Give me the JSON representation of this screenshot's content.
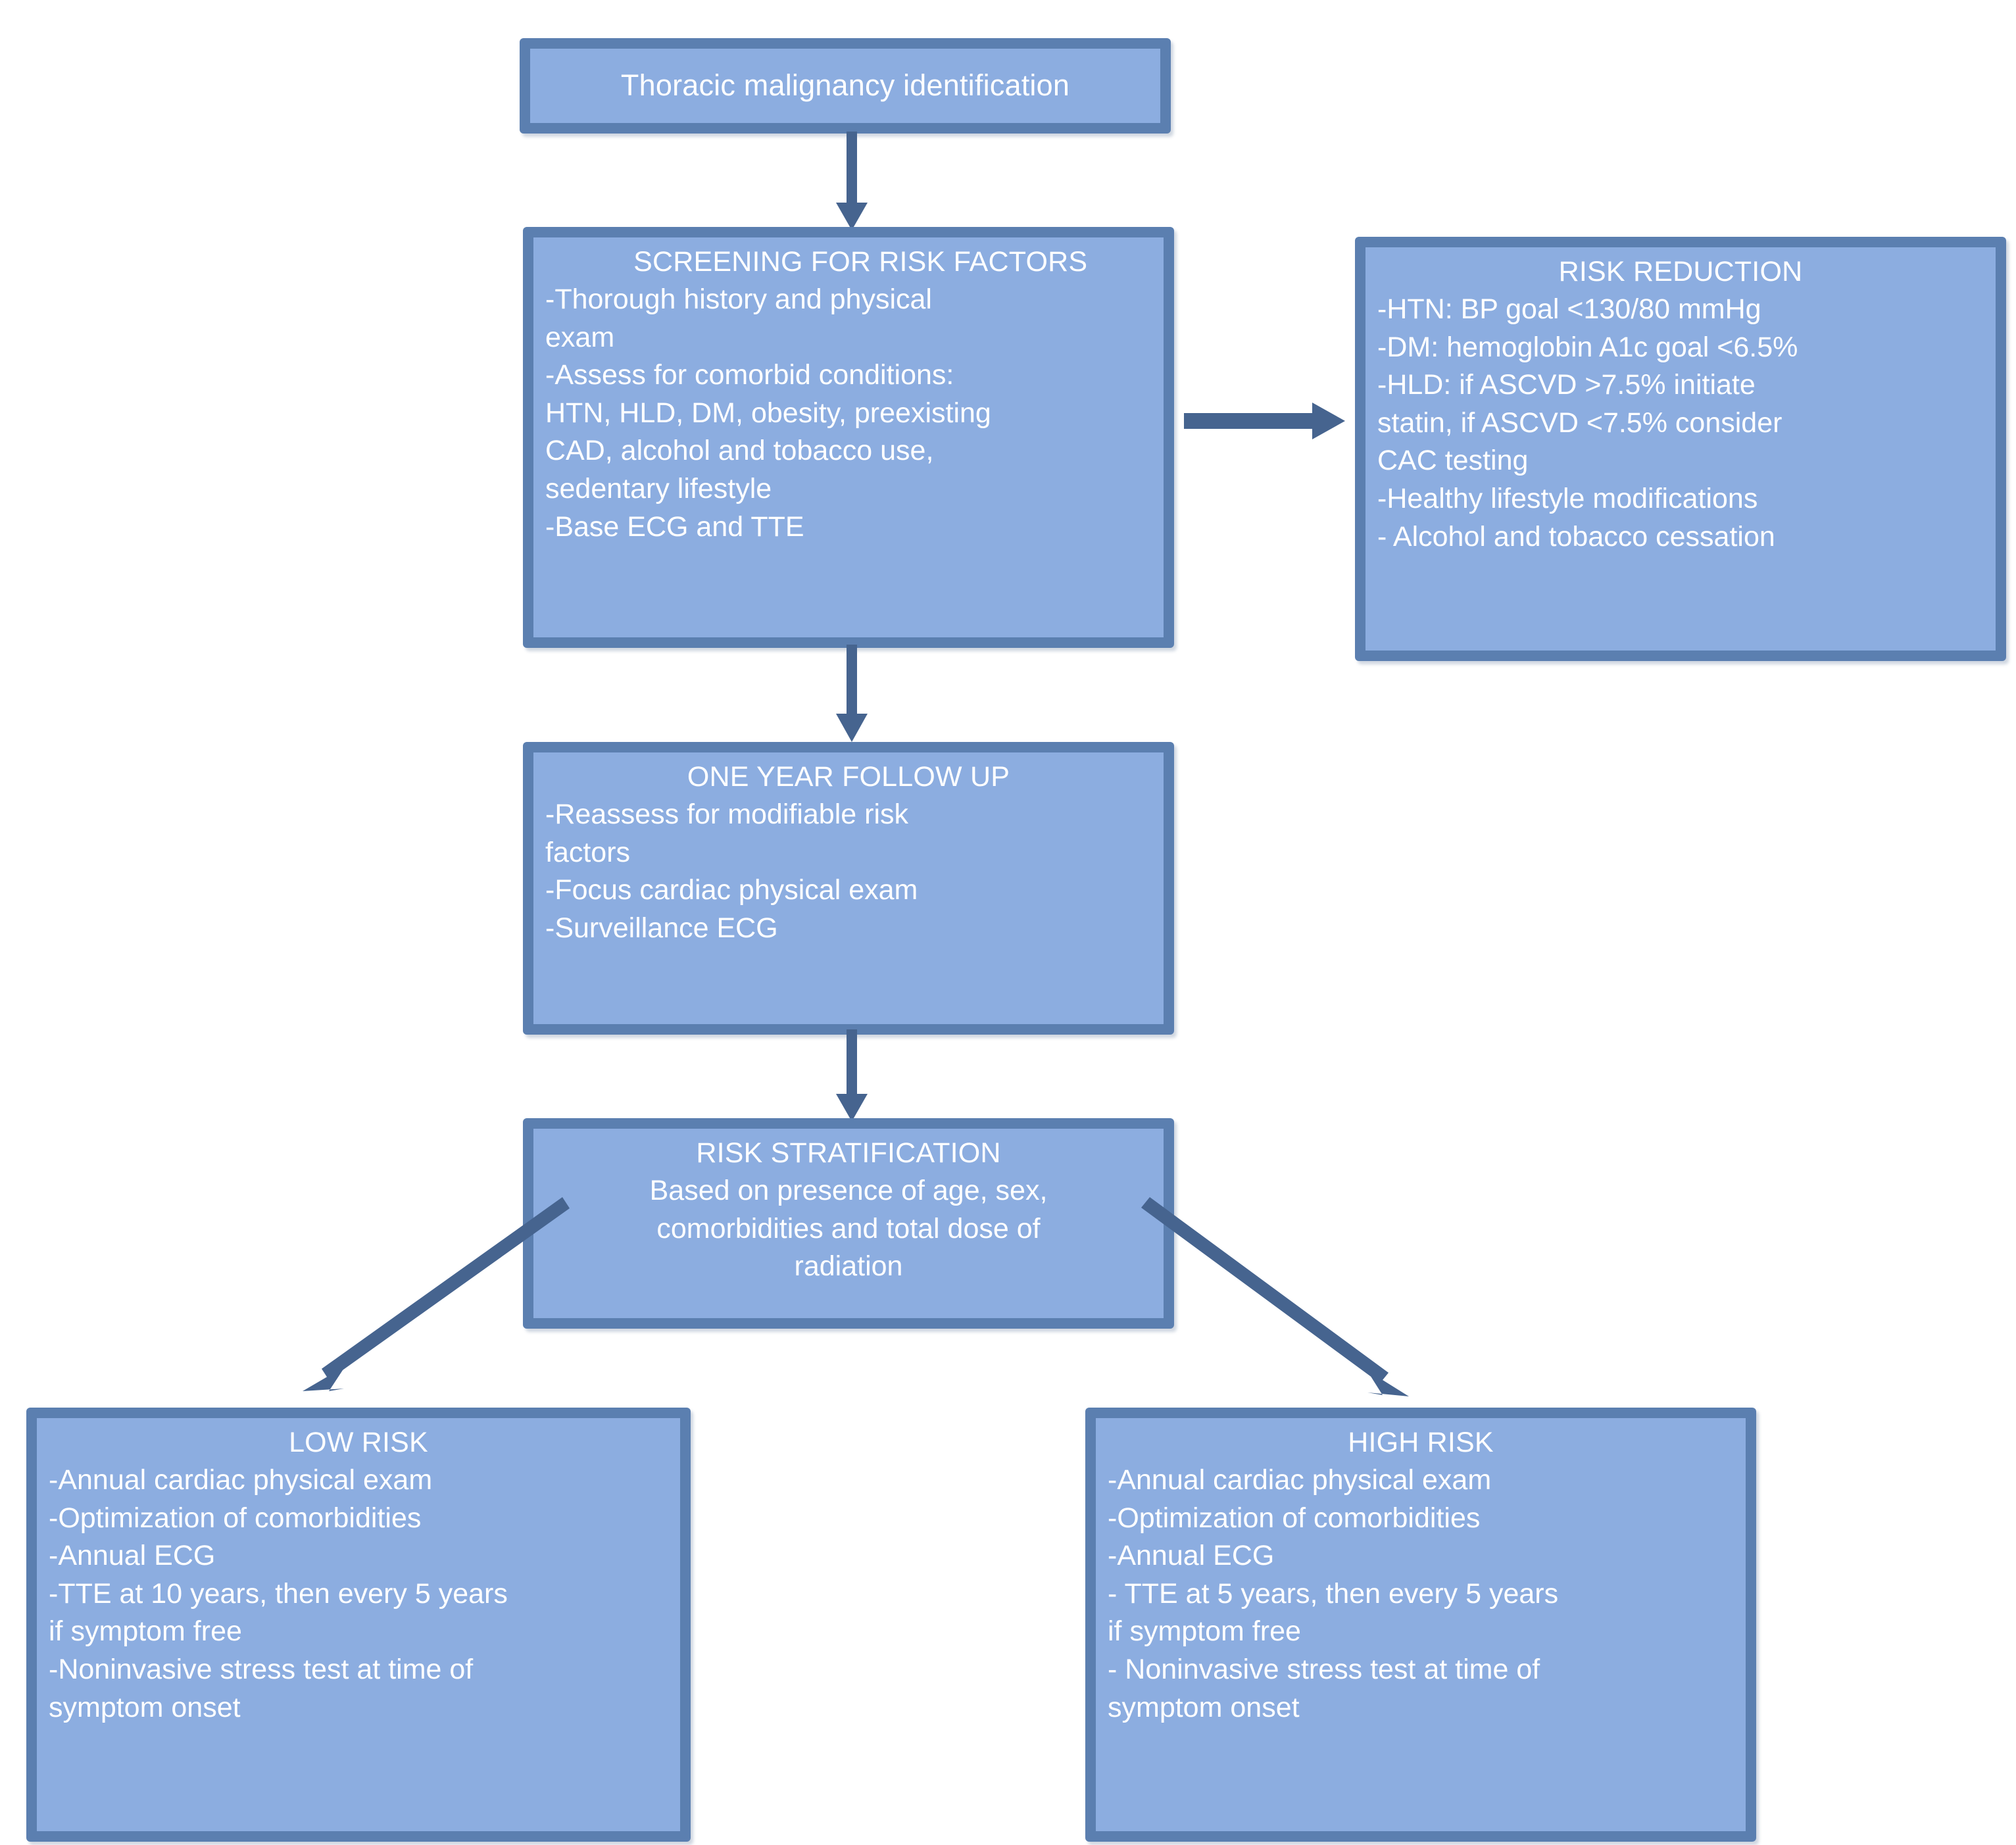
{
  "diagram": {
    "accent_fill": "#8cade0",
    "accent_border": "#5b7fb0",
    "arrow_color": "#46648f",
    "text_color": "#ffffff",
    "background": "#ffffff"
  },
  "nodes": {
    "thoracic": {
      "title": "Thoracic malignancy identification"
    },
    "screening": {
      "title": "   SCREENING FOR RISK FACTORS",
      "lines": [
        "-Thorough history and physical",
        "exam",
        "-Assess for comorbid conditions:",
        "HTN, HLD, DM, obesity, preexisting",
        "CAD, alcohol and tobacco use,",
        "sedentary lifestyle",
        "-Base ECG and TTE"
      ]
    },
    "risk_reduction": {
      "title": "RISK REDUCTION",
      "lines": [
        "-HTN: BP goal <130/80 mmHg",
        "-DM: hemoglobin A1c goal <6.5%",
        "-HLD:  if ASCVD >7.5% initiate",
        "statin, if ASCVD <7.5% consider",
        "CAC testing",
        "-Healthy lifestyle modifications",
        "- Alcohol and tobacco cessation"
      ]
    },
    "one_year": {
      "title": "ONE YEAR FOLLOW UP",
      "lines": [
        "-Reassess for modifiable risk",
        "factors",
        "-Focus cardiac physical exam",
        "-Surveillance ECG"
      ]
    },
    "stratification": {
      "title": "RISK STRATIFICATION",
      "lines": [
        "Based on presence of age, sex,",
        "comorbidities and total dose of",
        "radiation"
      ]
    },
    "low_risk": {
      "title": "LOW RISK",
      "lines": [
        "-Annual cardiac physical exam",
        "-Optimization of comorbidities",
        "-Annual ECG",
        "-TTE at 10 years, then every 5 years",
        "if symptom free",
        "-Noninvasive stress test at time of",
        "symptom onset"
      ]
    },
    "high_risk": {
      "title": "HIGH RISK",
      "lines": [
        "-Annual cardiac physical exam",
        "-Optimization of comorbidities",
        "-Annual ECG",
        "- TTE at 5 years, then every 5 years",
        "if symptom free",
        "- Noninvasive stress test at time of",
        "symptom onset"
      ]
    }
  },
  "connectors": [
    {
      "name": "thoracic-to-screening",
      "direction": "down"
    },
    {
      "name": "screening-to-risk-reduction",
      "direction": "right"
    },
    {
      "name": "screening-to-one-year",
      "direction": "down"
    },
    {
      "name": "one-year-to-stratification",
      "direction": "down"
    },
    {
      "name": "stratification-to-low-risk",
      "direction": "diagonal-down-left"
    },
    {
      "name": "stratification-to-high-risk",
      "direction": "diagonal-down-right"
    }
  ]
}
